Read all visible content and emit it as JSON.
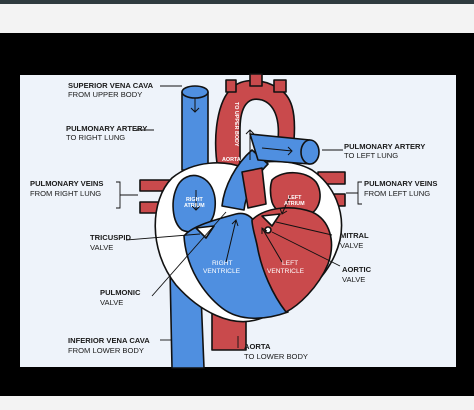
{
  "colors": {
    "blood_blue": "#4f8fe0",
    "blood_red": "#c94a4c",
    "outline": "#111111",
    "panel_bg": "#eef3fa"
  },
  "labels": {
    "svc_title": "SUPERIOR VENA CAVA",
    "svc_sub": "FROM UPPER BODY",
    "pa_right_title": "PULMONARY ARTERY",
    "pa_right_sub": "TO RIGHT LUNG",
    "pa_left_title": "PULMONARY ARTERY",
    "pa_left_sub": "TO LEFT LUNG",
    "pv_right_title": "PULMONARY VEINS",
    "pv_right_sub": "FROM RIGHT LUNG",
    "pv_left_title": "PULMONARY VEINS",
    "pv_left_sub": "FROM LEFT LUNG",
    "tricuspid_title": "TRICUSPID",
    "tricuspid_sub": "VALVE",
    "mitral_title": "MITRAL",
    "mitral_sub": "VALVE",
    "aortic_title": "AORTIC",
    "aortic_sub": "VALVE",
    "pulmonic_title": "PULMONIC",
    "pulmonic_sub": "VALVE",
    "ivc_title": "INFERIOR VENA CAVA",
    "ivc_sub": "FROM LOWER BODY",
    "aorta_title": "AORTA",
    "aorta_sub": "TO LOWER BODY"
  },
  "inner_labels": {
    "right_atrium_1": "RIGHT",
    "right_atrium_2": "ATRIUM",
    "left_atrium_1": "LEFT",
    "left_atrium_2": "ATRIUM",
    "right_ventricle_1": "RIGHT",
    "right_ventricle_2": "VENTRICLE",
    "left_ventricle_1": "LEFT",
    "left_ventricle_2": "VENTRICLE",
    "aorta": "AORTA",
    "to_upper_body": "TO UPPER BODY"
  }
}
